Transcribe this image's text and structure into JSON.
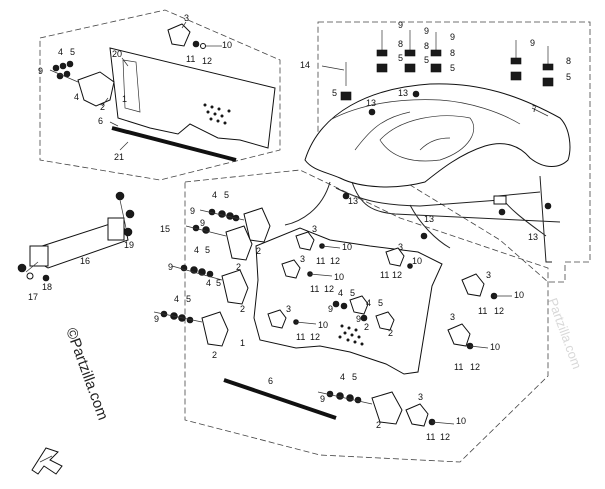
{
  "watermark": "©Partzilla.com",
  "watermark_faint": "Partzilla.com",
  "callouts": {
    "top_left": [
      {
        "t": "3"
      },
      {
        "t": "20"
      },
      {
        "t": "4"
      },
      {
        "t": "5"
      },
      {
        "t": "9"
      },
      {
        "t": "10"
      },
      {
        "t": "11"
      },
      {
        "t": "12"
      },
      {
        "t": "4"
      },
      {
        "t": "2"
      },
      {
        "t": "6"
      },
      {
        "t": "21"
      },
      {
        "t": "1"
      }
    ],
    "top_right": [
      {
        "t": "14"
      },
      {
        "t": "9"
      },
      {
        "t": "8"
      },
      {
        "t": "5"
      },
      {
        "t": "9"
      },
      {
        "t": "8"
      },
      {
        "t": "5"
      },
      {
        "t": "9"
      },
      {
        "t": "8"
      },
      {
        "t": "5"
      },
      {
        "t": "13"
      },
      {
        "t": "13"
      },
      {
        "t": "5"
      },
      {
        "t": "7"
      },
      {
        "t": "9"
      },
      {
        "t": "8"
      },
      {
        "t": "5"
      },
      {
        "t": "13"
      },
      {
        "t": "13"
      },
      {
        "t": "13"
      }
    ],
    "left_mount": [
      {
        "t": "16"
      },
      {
        "t": "17"
      },
      {
        "t": "18"
      },
      {
        "t": "19"
      }
    ],
    "main": [
      {
        "t": "15"
      },
      {
        "t": "9"
      },
      {
        "t": "4"
      },
      {
        "t": "5"
      },
      {
        "t": "2"
      },
      {
        "t": "9"
      },
      {
        "t": "4"
      },
      {
        "t": "5"
      },
      {
        "t": "2"
      },
      {
        "t": "9"
      },
      {
        "t": "4"
      },
      {
        "t": "5"
      },
      {
        "t": "2"
      },
      {
        "t": "9"
      },
      {
        "t": "4"
      },
      {
        "t": "5"
      },
      {
        "t": "2"
      },
      {
        "t": "1"
      },
      {
        "t": "3"
      },
      {
        "t": "10"
      },
      {
        "t": "11"
      },
      {
        "t": "12"
      },
      {
        "t": "3"
      },
      {
        "t": "10"
      },
      {
        "t": "11"
      },
      {
        "t": "12"
      },
      {
        "t": "3"
      },
      {
        "t": "10"
      },
      {
        "t": "11"
      },
      {
        "t": "12"
      },
      {
        "t": "3"
      },
      {
        "t": "10"
      },
      {
        "t": "11"
      },
      {
        "t": "12"
      },
      {
        "t": "4"
      },
      {
        "t": "5"
      },
      {
        "t": "9"
      },
      {
        "t": "2"
      },
      {
        "t": "4"
      },
      {
        "t": "5"
      },
      {
        "t": "9"
      },
      {
        "t": "2"
      },
      {
        "t": "3"
      },
      {
        "t": "10"
      },
      {
        "t": "11"
      },
      {
        "t": "12"
      },
      {
        "t": "3"
      },
      {
        "t": "10"
      },
      {
        "t": "11"
      },
      {
        "t": "12"
      },
      {
        "t": "6"
      },
      {
        "t": "4"
      },
      {
        "t": "5"
      },
      {
        "t": "9"
      },
      {
        "t": "2"
      },
      {
        "t": "3"
      },
      {
        "t": "10"
      },
      {
        "t": "11"
      },
      {
        "t": "12"
      }
    ]
  }
}
